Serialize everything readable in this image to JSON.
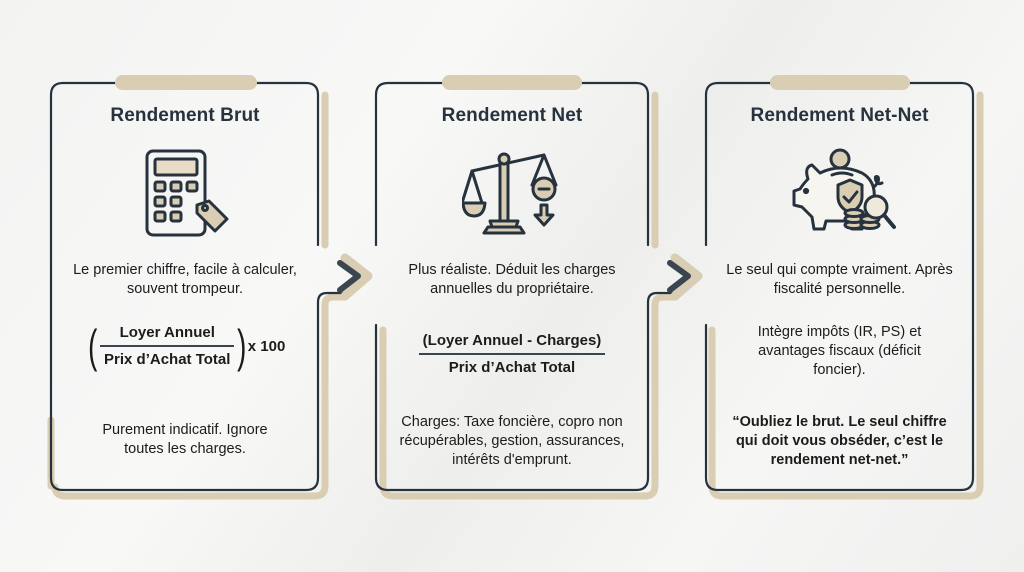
{
  "colors": {
    "border": "#26323d",
    "accent_tan": "#d9cdb4",
    "background": "#f4f4f3",
    "text": "#1c1c1c"
  },
  "cards": [
    {
      "title": "Rendement Brut",
      "icon": "calculator-price-tag-icon",
      "description": "Le premier chiffre, facile à calculer, souvent trompeur.",
      "formula": {
        "numerator": "Loyer Annuel",
        "denominator": "Prix d’Achat Total",
        "multiplier": "x 100"
      },
      "note": "Purement indicatif. Ignore toutes les charges."
    },
    {
      "title": "Rendement Net",
      "icon": "scale-minus-icon",
      "description": "Plus réaliste. Déduit les charges annuelles du propriétaire.",
      "formula": {
        "numerator": "(Loyer Annuel - Charges)",
        "denominator": "Prix d’Achat Total"
      },
      "note": "Charges: Taxe foncière, copro non récupérables, gestion, assurances, intérêts d'emprunt."
    },
    {
      "title": "Rendement Net-Net",
      "icon": "piggy-bank-shield-icon",
      "description": "Le seul qui compte vraiment. Après fiscalité personnelle.",
      "detail": "Intègre impôts (IR, PS) et avantages fiscaux (déficit foncier).",
      "quote": "“Oubliez le brut. Le seul chiffre qui doit vous obséder, c’est le rendement net-net.”"
    }
  ],
  "connectors": [
    {
      "from": "Rendement Brut",
      "to": "Rendement Net",
      "icon": "chevron-right-arrow-icon"
    },
    {
      "from": "Rendement Net",
      "to": "Rendement Net-Net",
      "icon": "chevron-right-arrow-icon"
    }
  ]
}
